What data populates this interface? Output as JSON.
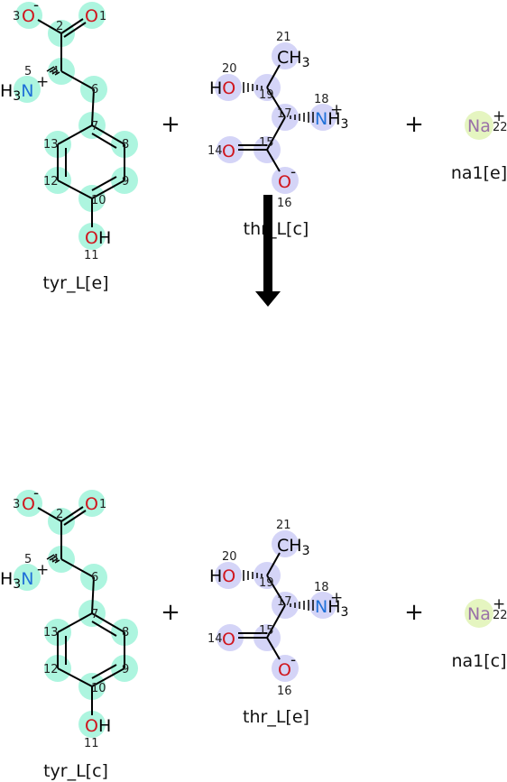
{
  "colors": {
    "tyr_highlight": "#adf5df",
    "thr_highlight": "#d4d4f7",
    "na_highlight": "#e5f5c0",
    "oxygen": "#d0161e",
    "nitrogen": "#2070d8",
    "sodium": "#9a70a8",
    "bond": "#000000"
  },
  "reaction": {
    "arrow": "down-arrow",
    "top": {
      "tyr": "tyr_L[e]",
      "thr": "thr_L[c]",
      "na": "na1[e]"
    },
    "bottom": {
      "tyr": "tyr_L[c]",
      "thr": "thr_L[e]",
      "na": "na1[c]"
    }
  },
  "labels": {
    "plus": "+",
    "minus": "-",
    "o": "O",
    "n": "N",
    "h3": "H",
    "three": "3",
    "h": "H",
    "ch3_c": "CH",
    "na": "Na",
    "oh_o": "O",
    "oh_h": "H",
    "ho_h": "H",
    "ho_o": "O",
    "nh3_n": "N",
    "nh3_h": "H"
  },
  "atom_numbers": {
    "n1": "1",
    "n2": "2",
    "n3": "3",
    "n4": "4",
    "n5": "5",
    "n6": "6",
    "n7": "7",
    "n8": "8",
    "n9": "9",
    "n10": "10",
    "n11": "11",
    "n12": "12",
    "n13": "13",
    "n14": "14",
    "n15": "15",
    "n16": "16",
    "n17": "17",
    "n18": "18",
    "n19": "19",
    "n20": "20",
    "n21": "21",
    "n22": "22"
  }
}
